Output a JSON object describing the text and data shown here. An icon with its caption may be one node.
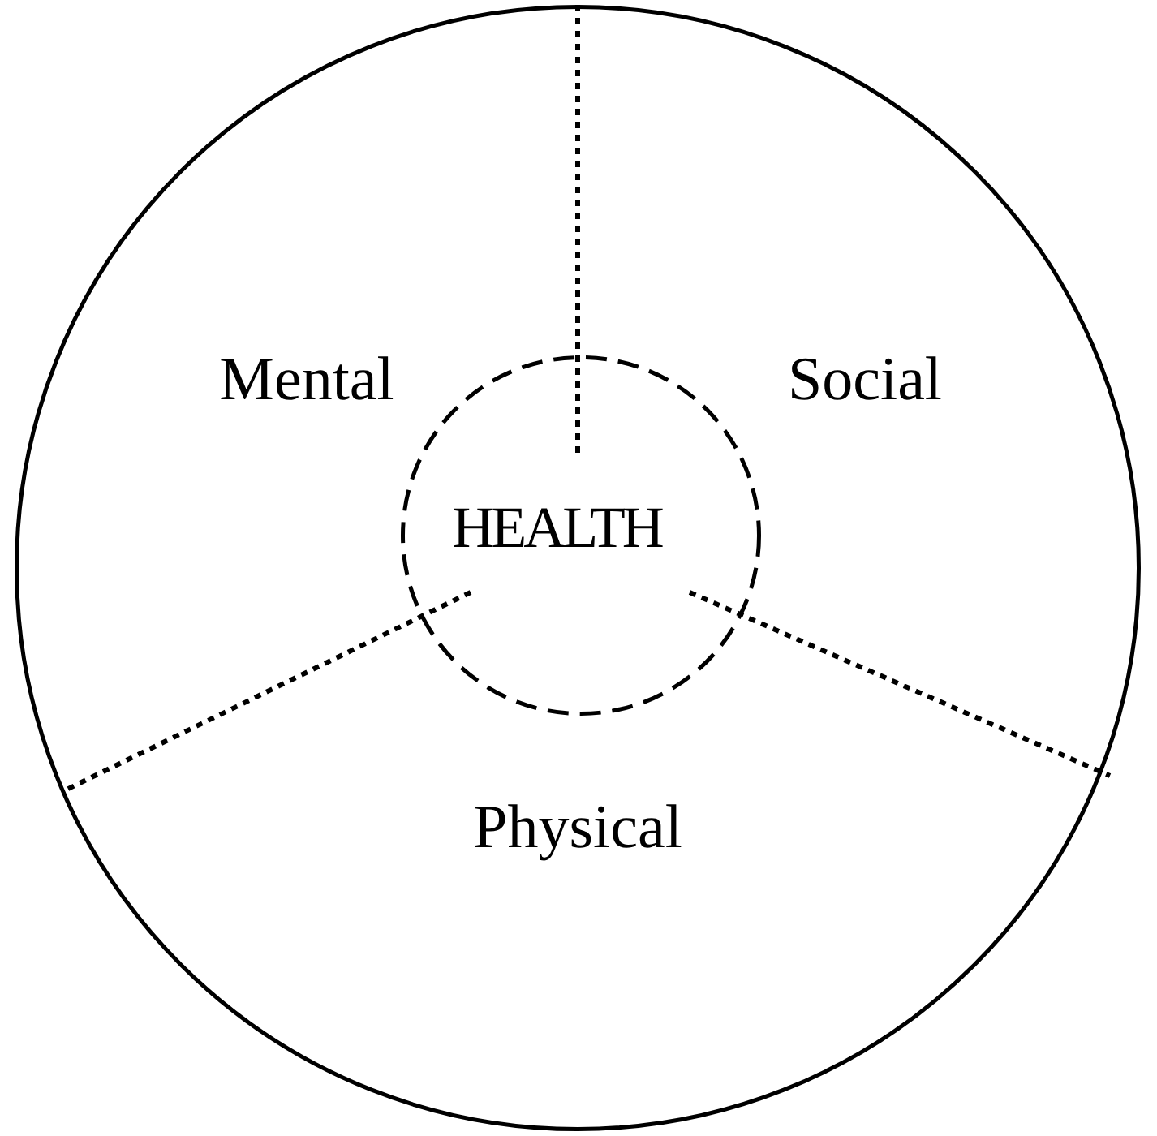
{
  "diagram": {
    "nodes": [
      {
        "text": [
          "Mental",
          "Social",
          "Physical"
        ]
      },
      {
        "text": [
          "HEALTH"
        ],
        "in": 0
      }
    ]
  }
}
